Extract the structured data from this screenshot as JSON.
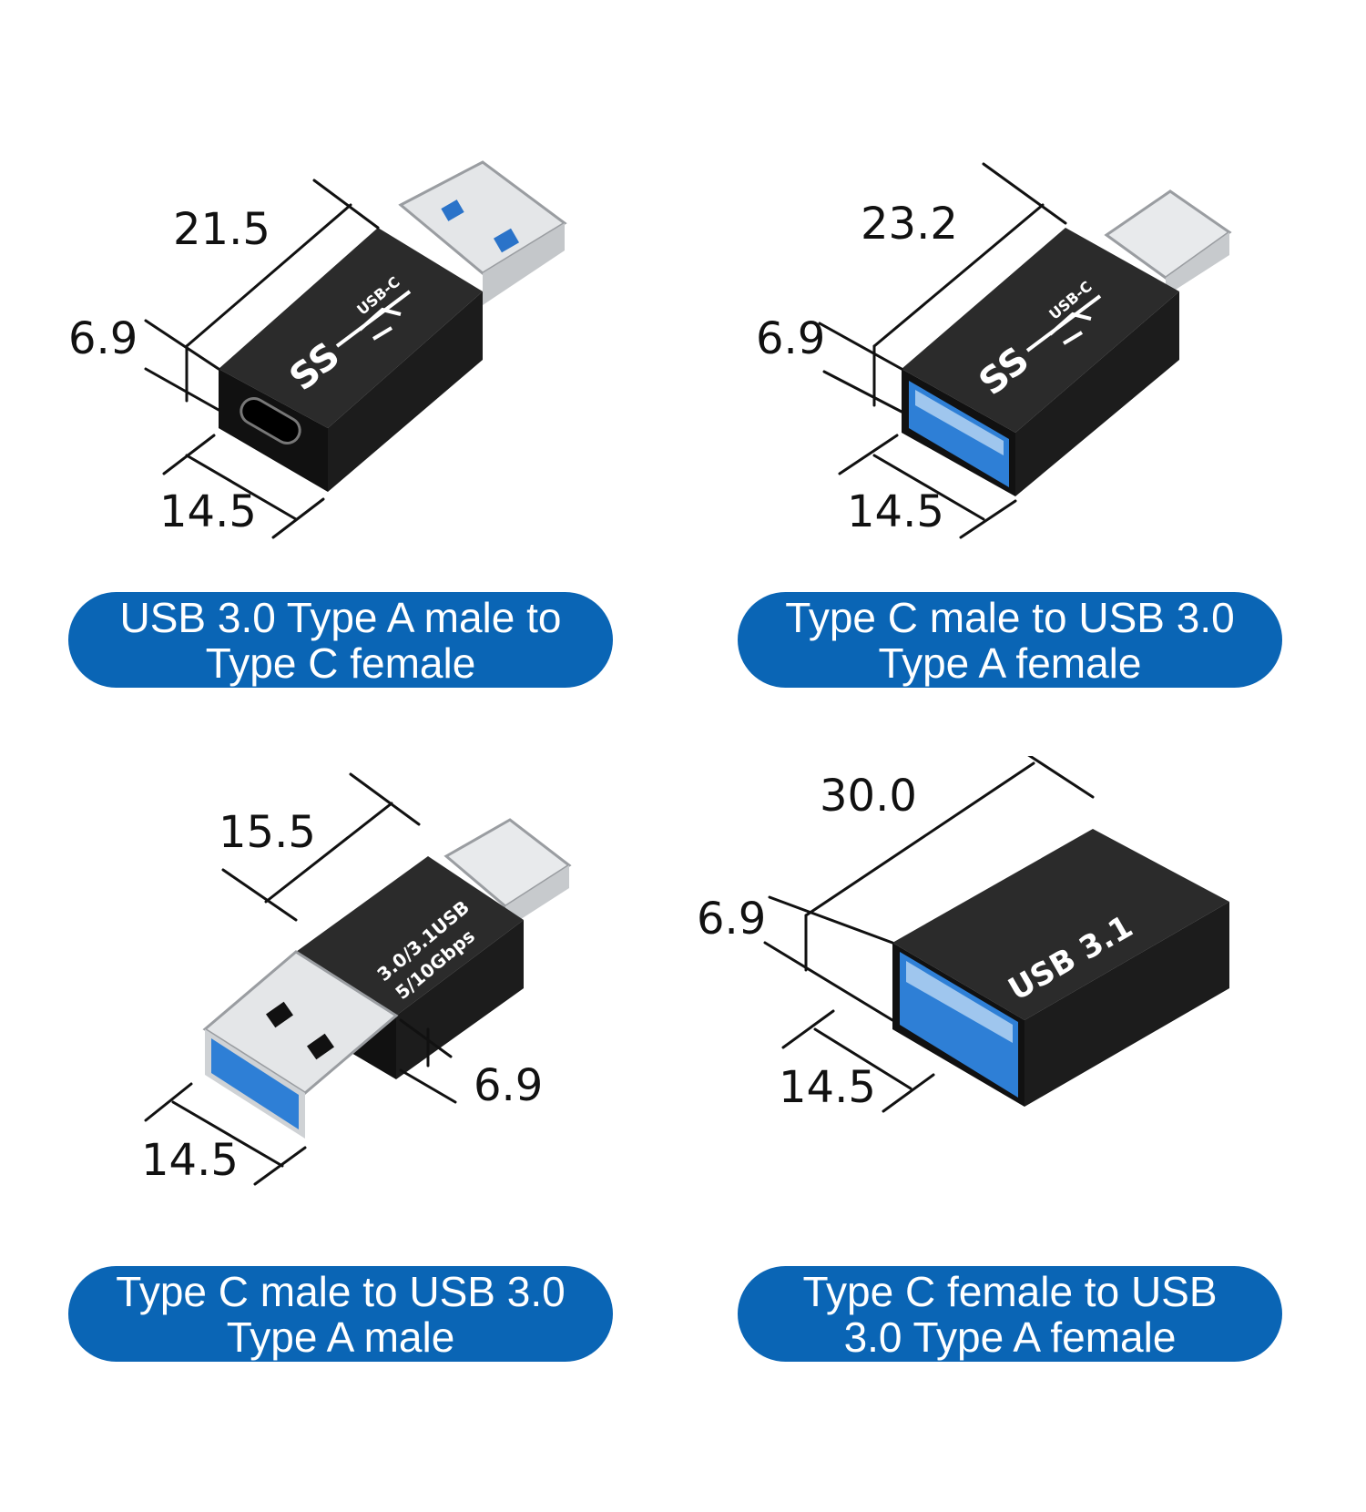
{
  "panels": [
    {
      "length": "21.5",
      "height": "6.9",
      "width": "14.5",
      "body_print_small": "USB-C",
      "body_print_big": "SS",
      "label_line1": "USB 3.0 Type A male to",
      "label_line2": "Type C female"
    },
    {
      "length": "23.2",
      "height": "6.9",
      "width": "14.5",
      "body_print_small": "USB-C",
      "body_print_big": "SS",
      "label_line1": "Type C male to USB 3.0",
      "label_line2": "Type A female"
    },
    {
      "length": "15.5",
      "height": "6.9",
      "width": "14.5",
      "body_print_line1": "3.0/3.1USB",
      "body_print_line2": "5/10Gbps",
      "label_line1": "Type C male to USB 3.0",
      "label_line2": "Type A male"
    },
    {
      "length": "30.0",
      "height": "6.9",
      "width": "14.5",
      "body_print": "USB 3.1",
      "label_line1": "Type C female to USB",
      "label_line2": "3.0 Type A female"
    }
  ],
  "colors": {
    "label_bg": "#0a65b5",
    "label_text": "#ffffff",
    "adapter_body": "#1a1a1a",
    "usb_blue": "#2e7fd6",
    "metal": "#d7d9dc"
  }
}
